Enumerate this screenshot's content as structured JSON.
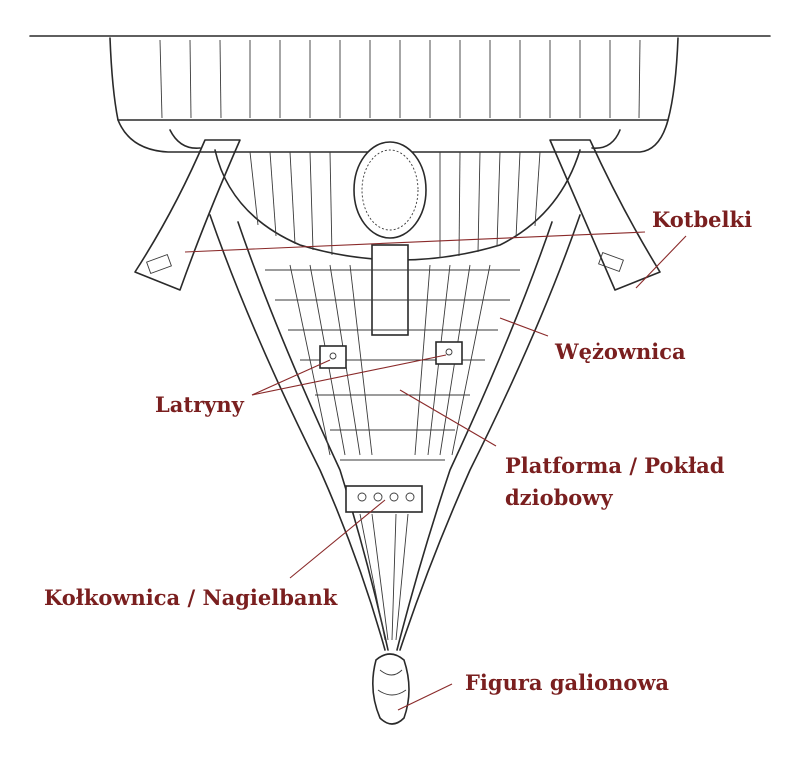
{
  "labels": {
    "kotbelki": "Kotbelki",
    "wezownica": "Wężownica",
    "latryny": "Latryny",
    "platforma_line1": "Platforma / Pokład",
    "platforma_line2": "dziobowy",
    "kolkownica": "Kołkownica / Nagielbank",
    "figura": "Figura galionowa"
  },
  "colors": {
    "label": "#7a1f1f",
    "ink": "#2a2a2a",
    "leader": "#8a2a2a"
  }
}
